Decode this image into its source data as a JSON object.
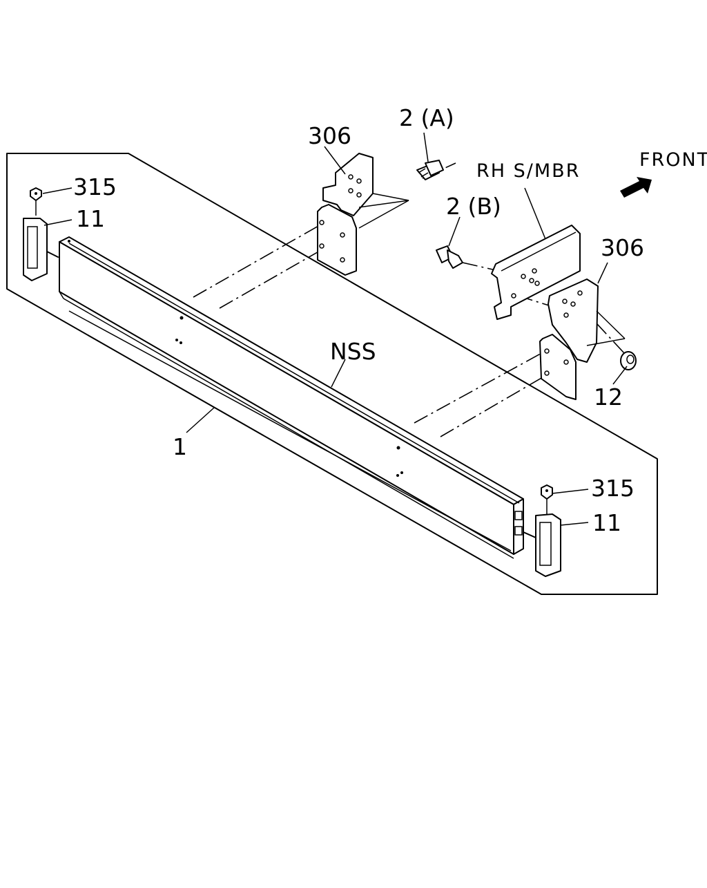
{
  "diagram": {
    "labels": {
      "bracket_left": "306",
      "bracket_right": "306",
      "bolt_a": "2 (A)",
      "bolt_b": "2 (B)",
      "side_member": "RH  S/MBR",
      "front": "FRONT",
      "clip_left": "315",
      "clip_right": "315",
      "cap_left": "11",
      "cap_right": "11",
      "crossmember_note": "NSS",
      "crossmember": "1",
      "nut": "12"
    }
  }
}
